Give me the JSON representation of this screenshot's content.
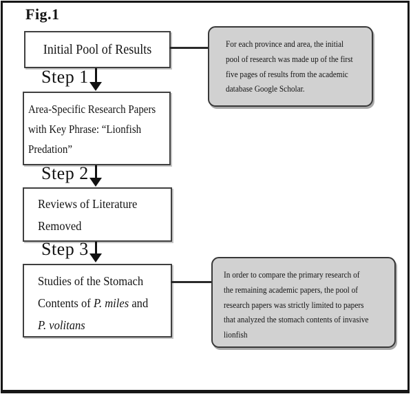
{
  "figure_label": "Fig.1",
  "palette": {
    "frame": "#161616",
    "box_border": "#3f3f3f",
    "note_background": "#d1d1d1",
    "note_border": "#383838",
    "text": "#141414"
  },
  "boxes": {
    "initial_pool": {
      "text": "Initial Pool of Results"
    },
    "area_specific": {
      "lines": [
        "Area-Specific Research Papers",
        "with Key Phrase: “Lionfish",
        "Predation”"
      ]
    },
    "reviews_removed": {
      "lines": [
        "Reviews of Literature",
        "Removed"
      ]
    },
    "stomach_studies": {
      "line1": "Studies of the Stomach",
      "line2_pre": "Contents of ",
      "line2_italic": "P. miles",
      "line2_post": " and",
      "line3_italic": "P. volitans"
    }
  },
  "steps": [
    "Step 1",
    "Step 2",
    "Step 3"
  ],
  "notes": {
    "initial_pool_note": {
      "lines": [
        "For each province and area, the initial",
        "pool of research was made up of the first",
        "five pages of results from the academic",
        "database Google Scholar."
      ]
    },
    "stomach_limit_note": {
      "lines": [
        "In order to compare the primary research of",
        "the remaining academic papers, the pool of",
        "research papers was strictly limited to papers",
        "that analyzed the stomach contents of invasive",
        "lionfish"
      ]
    }
  }
}
